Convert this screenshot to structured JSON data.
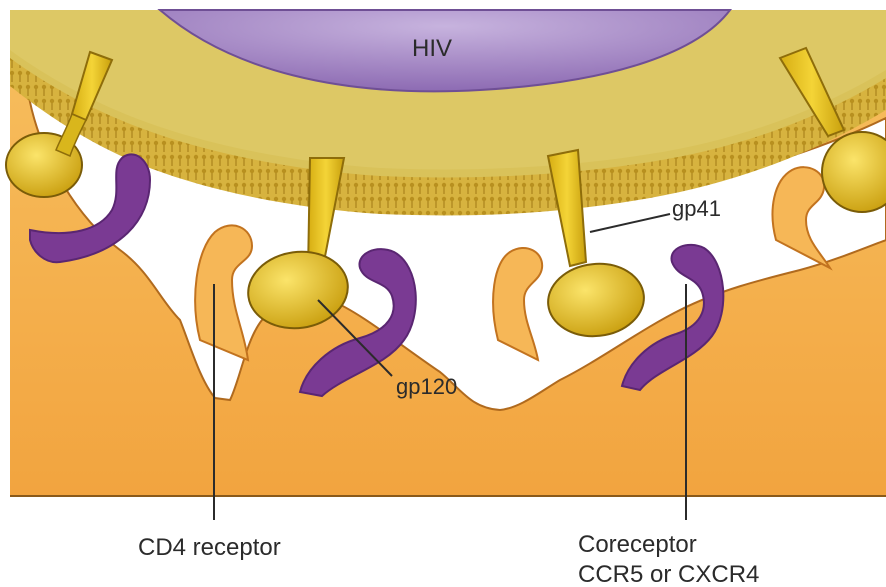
{
  "labels": {
    "virus": "HIV",
    "gp41": "gp41",
    "gp120": "gp120",
    "cd4": "CD4 receptor",
    "coreceptor_line1": "Coreceptor",
    "coreceptor_line2": "CCR5 or CXCR4"
  },
  "colors": {
    "virus_core": "#a88fc8",
    "envelope": "#d9c25a",
    "glycoprotein": "#e2c21e",
    "cell": "#f3b04e",
    "coreceptor": "#7a3a93",
    "extracellular_space": "#ffffff"
  }
}
